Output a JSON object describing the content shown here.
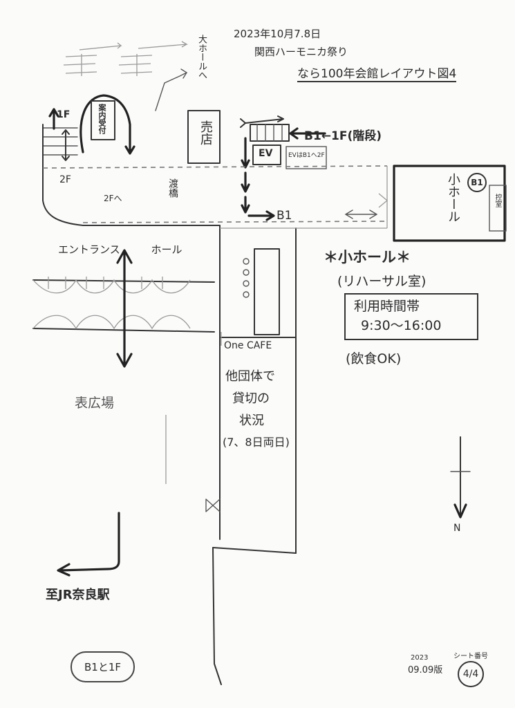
{
  "header": {
    "date": "2023年10月7.8日",
    "event": "関西ハーモニカ祭り",
    "title": "なら100年会館レイアウト図4"
  },
  "labels": {
    "large_hall_direction": "大ホールへ",
    "floor_1f": "1F",
    "floor_2f": "2F",
    "info_desk": "案内受付",
    "shop": "売店",
    "to_2f": "2Fへ",
    "bridge": "渡橋",
    "b1_stairs": "B1←1F(階段)",
    "ev": "EV",
    "ev_note": "EVはB1へ2F",
    "b1": "B1",
    "small_hall": "小ホール",
    "b1_badge": "B1",
    "control_room": "控室",
    "entrance_hall": "エントランス ホール",
    "front_plaza": "表広場",
    "to_station": "至JR奈良駅",
    "floor_badge": "B1と1F",
    "north": "N"
  },
  "notes": {
    "small_hall_heading": "＊小ホール＊",
    "rehearsal_room": "(リハーサル室)",
    "usage_time_label": "利用時間帯",
    "usage_time_value": "9:30〜16:00",
    "food_ok": "(飲食OK)"
  },
  "cafe": {
    "name": "One CAFE",
    "line1": "他団体で",
    "line2": "貸切の",
    "line3": "状況",
    "line4": "(7、8日両日)"
  },
  "footer": {
    "year": "2023",
    "revision": "09.09版",
    "sheet_label": "シート番号",
    "page": "4/4"
  }
}
